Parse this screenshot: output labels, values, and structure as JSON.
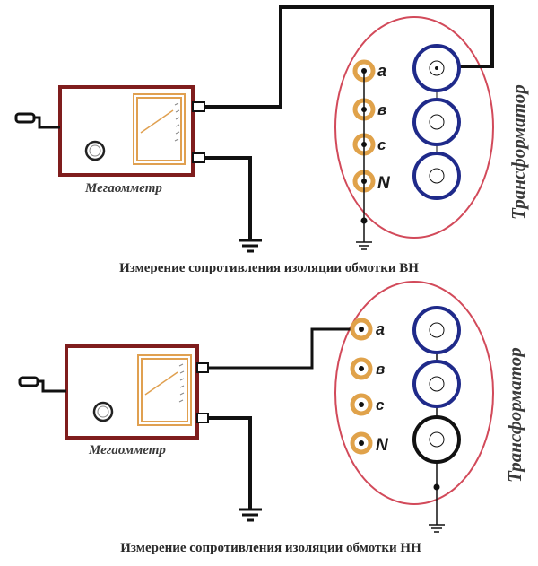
{
  "colors": {
    "meter_border": "#7f1d1d",
    "scale": "#e0a050",
    "terminal": "#e0a24a",
    "transformer_outline": "#d24a5a",
    "winding_blue": "#1f2a8a",
    "winding_black": "#111111",
    "wire": "#111111"
  },
  "panel_top": {
    "meter_label": "Мегаомметр",
    "transformer_label": "Трансформатор",
    "terminals": [
      "a",
      "в",
      "с",
      "N"
    ],
    "caption": "Измерение сопротивления изоляции обмотки ВН"
  },
  "panel_bottom": {
    "meter_label": "Мегаомметр",
    "transformer_label": "Трансформатор",
    "terminals": [
      "a",
      "в",
      "с",
      "N"
    ],
    "caption": "Измерение сопротивления изоляции обмотки НН"
  }
}
